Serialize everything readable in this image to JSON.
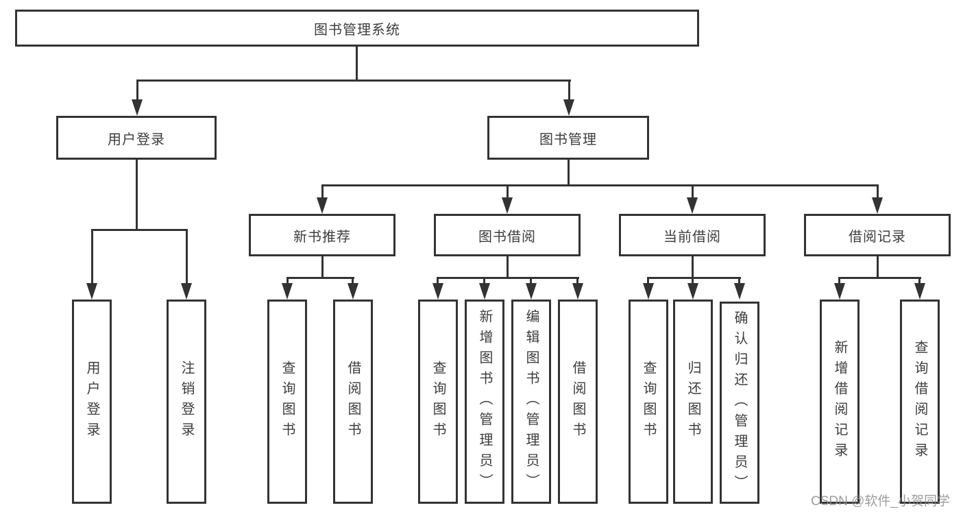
{
  "diagram": {
    "root": {
      "label": "图书管理系统",
      "children": [
        {
          "label": "用户登录",
          "children": [
            {
              "label": "用户登录"
            },
            {
              "label": "注销登录"
            }
          ]
        },
        {
          "label": "图书管理",
          "children": [
            {
              "label": "新书推荐",
              "children": [
                {
                  "label": "查询图书"
                },
                {
                  "label": "借阅图书"
                }
              ]
            },
            {
              "label": "图书借阅",
              "children": [
                {
                  "label": "查询图书"
                },
                {
                  "label": "新增图书（管理员）"
                },
                {
                  "label": "编辑图书（管理员）"
                },
                {
                  "label": "借阅图书"
                }
              ]
            },
            {
              "label": "当前借阅",
              "children": [
                {
                  "label": "查询图书"
                },
                {
                  "label": "归还图书"
                },
                {
                  "label": "确认归还（管理员）"
                }
              ]
            },
            {
              "label": "借阅记录",
              "children": [
                {
                  "label": "新增借阅记录"
                },
                {
                  "label": "查询借阅记录"
                }
              ]
            }
          ]
        }
      ]
    }
  },
  "watermark": {
    "text": "CSDN @软件_小贺同学"
  },
  "colors": {
    "line": "#333333",
    "text": "#3d3d3d",
    "box_background": "#ffffff",
    "page_background": "#ffffff",
    "watermark": "#8c8c8c"
  }
}
